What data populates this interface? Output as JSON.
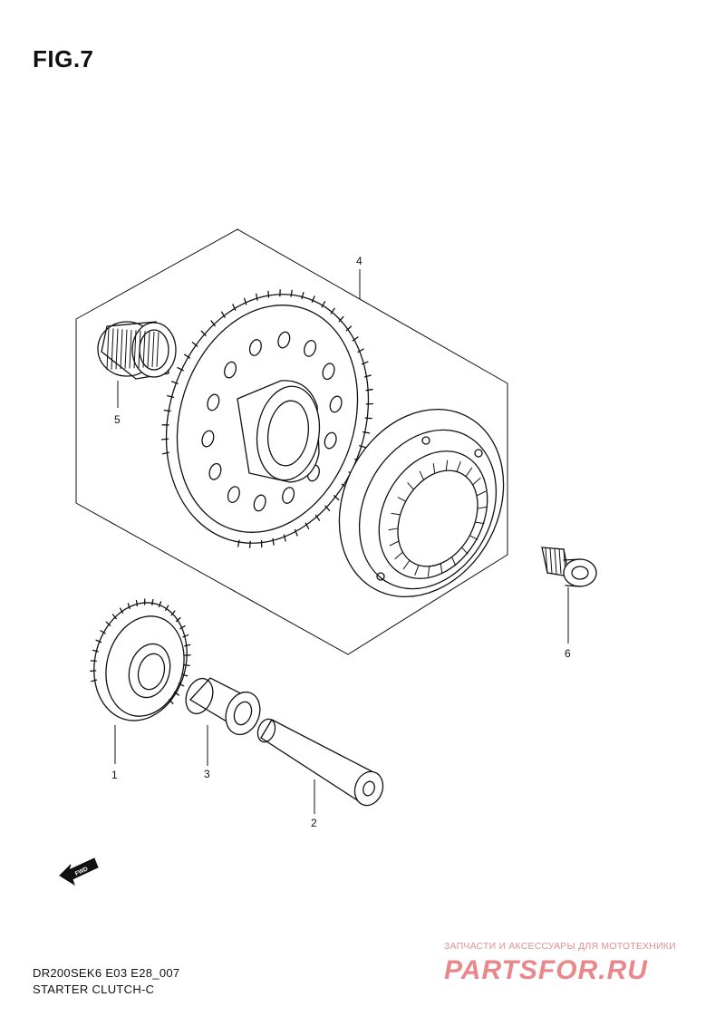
{
  "figure": {
    "title": "FIG.7"
  },
  "callouts": [
    {
      "id": "1",
      "label": "1"
    },
    {
      "id": "2",
      "label": "2"
    },
    {
      "id": "3",
      "label": "3"
    },
    {
      "id": "4",
      "label": "4"
    },
    {
      "id": "5",
      "label": "5"
    },
    {
      "id": "6",
      "label": "6"
    }
  ],
  "fwd_arrow": {
    "label": "FWD",
    "icon": "forward-arrow-icon"
  },
  "footer": {
    "model_code": "DR200SEK6 E03 E28_007",
    "section_name": "STARTER CLUTCH-C"
  },
  "watermark": {
    "tagline": "ЗАПЧАСТИ И АКСЕССУАРЫ ДЛЯ МОТОТЕХНИКИ",
    "logo_text": "PARTSFOR.RU",
    "color": "#d9262c"
  }
}
